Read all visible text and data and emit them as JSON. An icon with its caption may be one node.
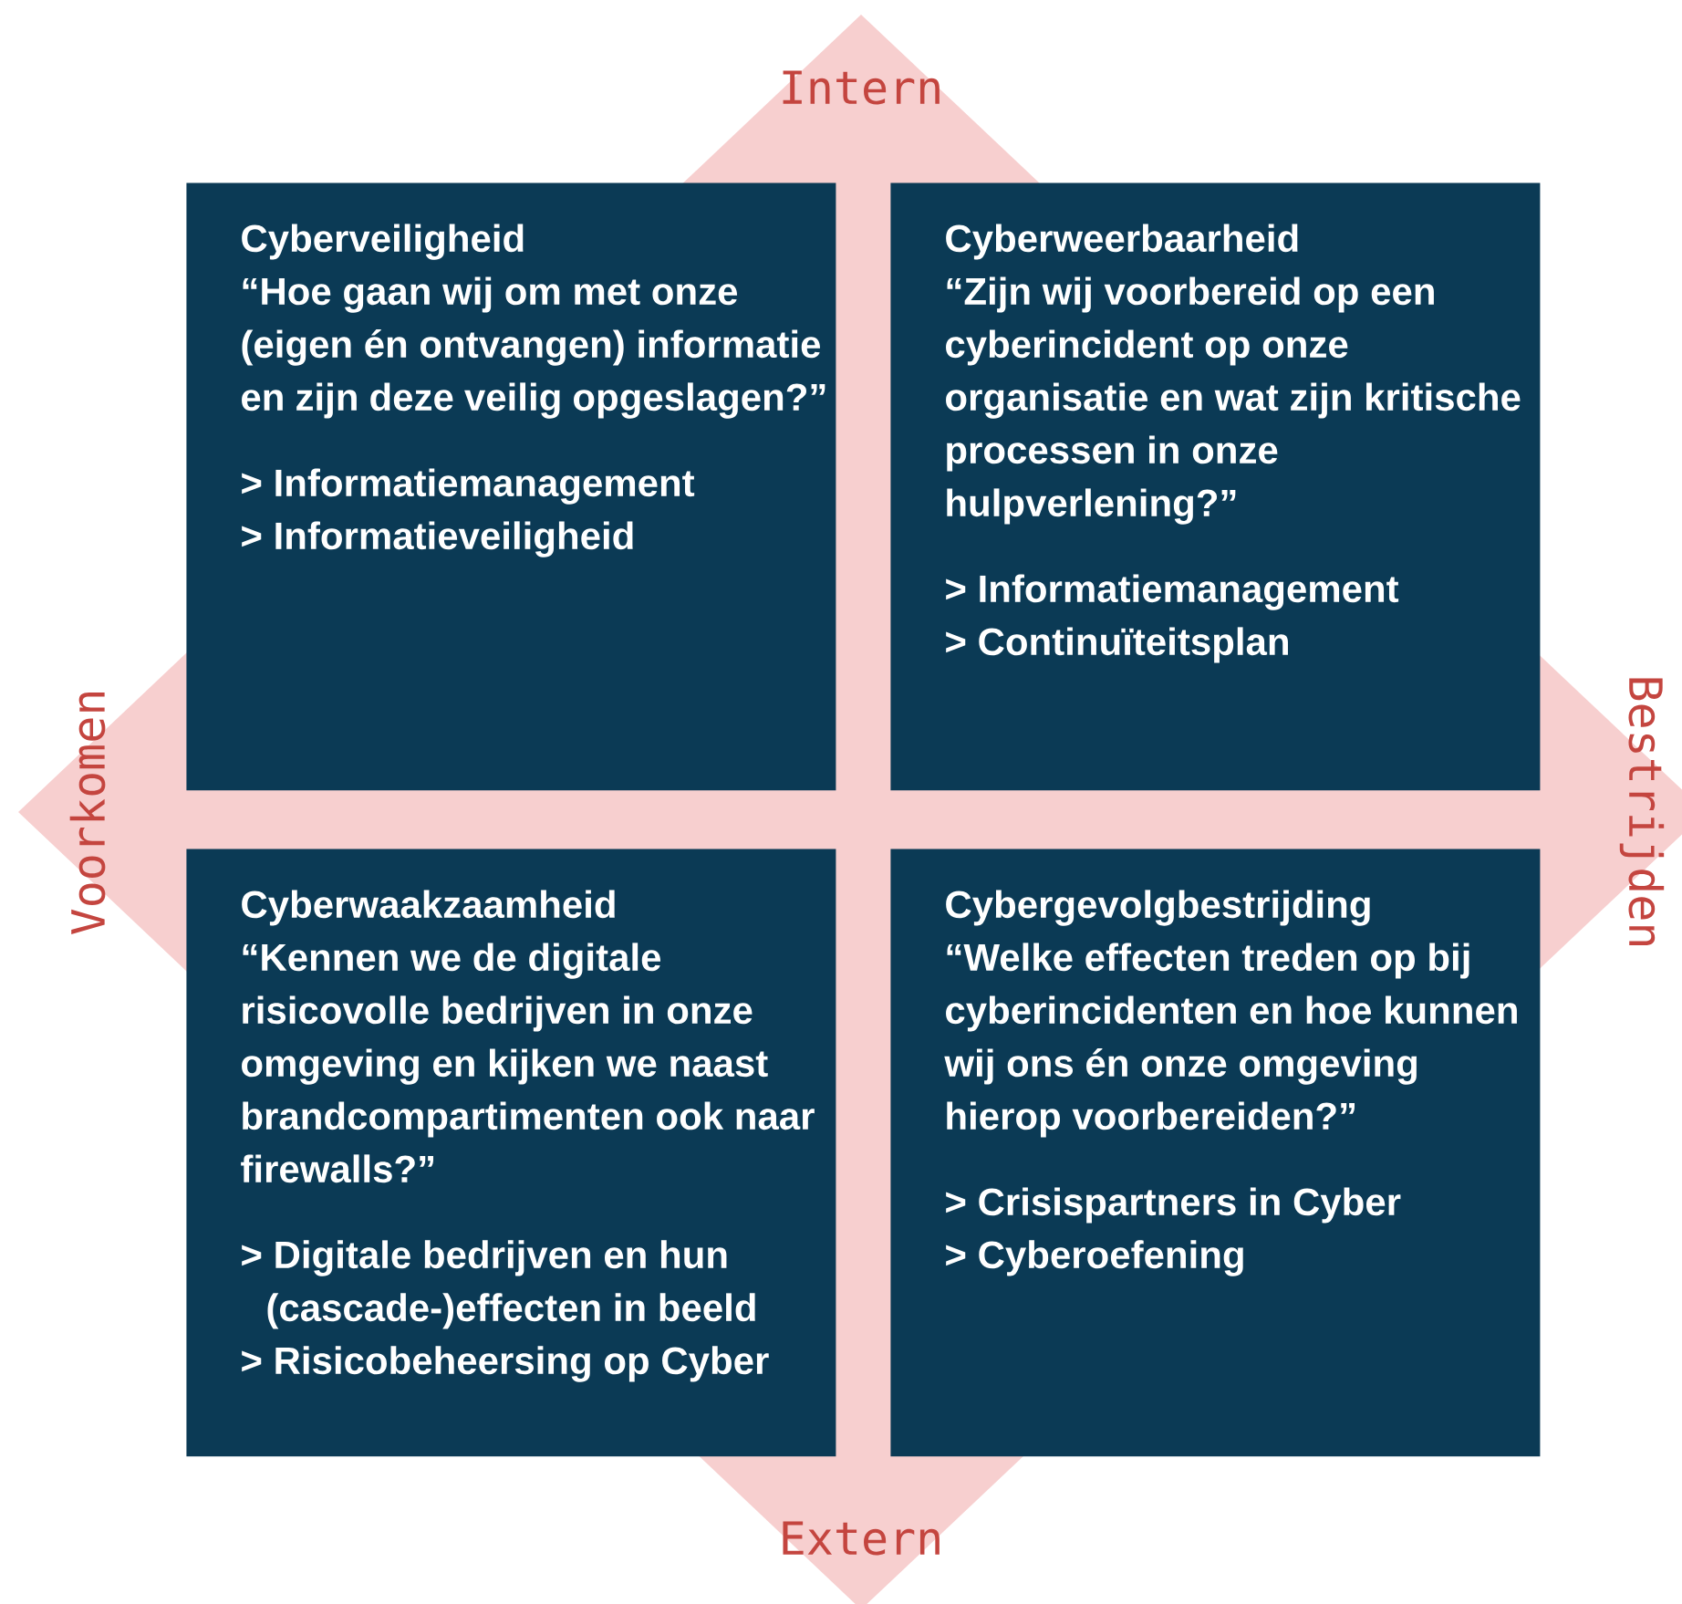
{
  "diagram": {
    "nodes": [
      {
        "text": [
          "Cyberveiligheid",
          "“Hoe gaan wij om met onze (eigen én ontvangen) informatie en zijn deze veilig opgeslagen?”",
          "> Informatiemanagement",
          "> Informatieveiligheid"
        ]
      },
      {
        "text": [
          "Cyberweerbaarheid",
          "“Zijn wij voorbereid op een cyberincident op onze organisatie en wat zijn kritische processen in onze hulpverlening?”",
          "> Informatiemanagement",
          "> Continuïteitsplan"
        ]
      },
      {
        "text": [
          "Cyberwaakzaamheid",
          "“Kennen we de digitale risicovolle bedrijven in onze omgeving en kijken we naast brandcompartimenten ook naar firewalls?”",
          "> Digitale bedrijven en hun (cascade-)effecten in beeld",
          "> Risicobeheersing op Cyber"
        ]
      },
      {
        "text": [
          "Cybergevolgbestrijding",
          "“Welke effecten treden op bij cyberincidenten en hoe kunnen wij ons én onze omgeving hierop voorbereiden?”",
          "> Crisispartners in Cyber",
          "> Cyberoefening"
        ]
      }
    ],
    "labels": [
      "Intern",
      "Voorkomen",
      "Bestrijden",
      "Extern"
    ]
  }
}
